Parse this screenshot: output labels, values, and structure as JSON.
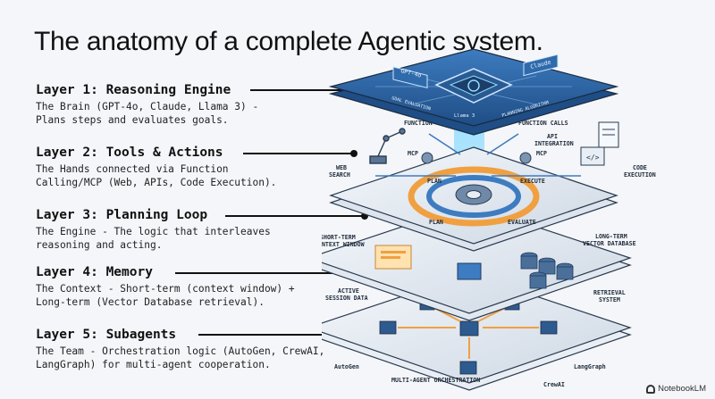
{
  "title": "The anatomy of a complete Agentic system.",
  "layers": [
    {
      "title": "Layer 1: Reasoning Engine",
      "desc": "The Brain (GPT-4o, Claude, Llama 3) - Plans steps and evaluates goals."
    },
    {
      "title": "Layer 2: Tools & Actions",
      "desc": "The Hands connected via Function Calling/MCP (Web, APIs, Code Execution)."
    },
    {
      "title": "Layer 3: Planning Loop",
      "desc": "The Engine - The logic that interleaves reasoning and acting."
    },
    {
      "title": "Layer 4: Memory",
      "desc": "The Context - Short-term (context window) + Long-term (Vector Database retrieval)."
    },
    {
      "title": "Layer 5: Subagents",
      "desc": "The Team - Orchestration logic (AutoGen, CrewAI, LangGraph) for multi-agent cooperation."
    }
  ],
  "diagram": {
    "l1": {
      "chip_a": "GPT-4o",
      "chip_b": "Llama 3",
      "chip_c": "Claude",
      "goal": "GOAL EVALUATION",
      "plan": "PLANNING ALGORITHM"
    },
    "l2": {
      "fc_left": "FUNCTION CALLS",
      "fc_right": "FUNCTION CALLS",
      "mcp_left": "MCP",
      "mcp_right": "MCP",
      "web": "WEB SEARCH",
      "api": "API INTEGRATION",
      "code": "CODE EXECUTION"
    },
    "l3": {
      "plan": "PLAN",
      "execute": "EXECUTE",
      "plan2": "PLAN",
      "evaluate": "EVALUATE"
    },
    "l4": {
      "short": "SHORT-TERM CONTEXT WINDOW",
      "long": "LONG-TERM VECTOR DATABASE",
      "active": "ACTIVE SESSION DATA",
      "retrieval": "RETRIEVAL SYSTEM"
    },
    "l5": {
      "autogen": "AutoGen",
      "langgraph": "LangGraph",
      "crewai": "CrewAI",
      "orchestration": "MULTI-AGENT ORCHESTRATION"
    }
  },
  "brand": "NotebookLM",
  "colors": {
    "accent": "#2f6fb5",
    "orange": "#f0a040",
    "dark": "#1e3a5f",
    "cyan": "#6ec8f0"
  }
}
